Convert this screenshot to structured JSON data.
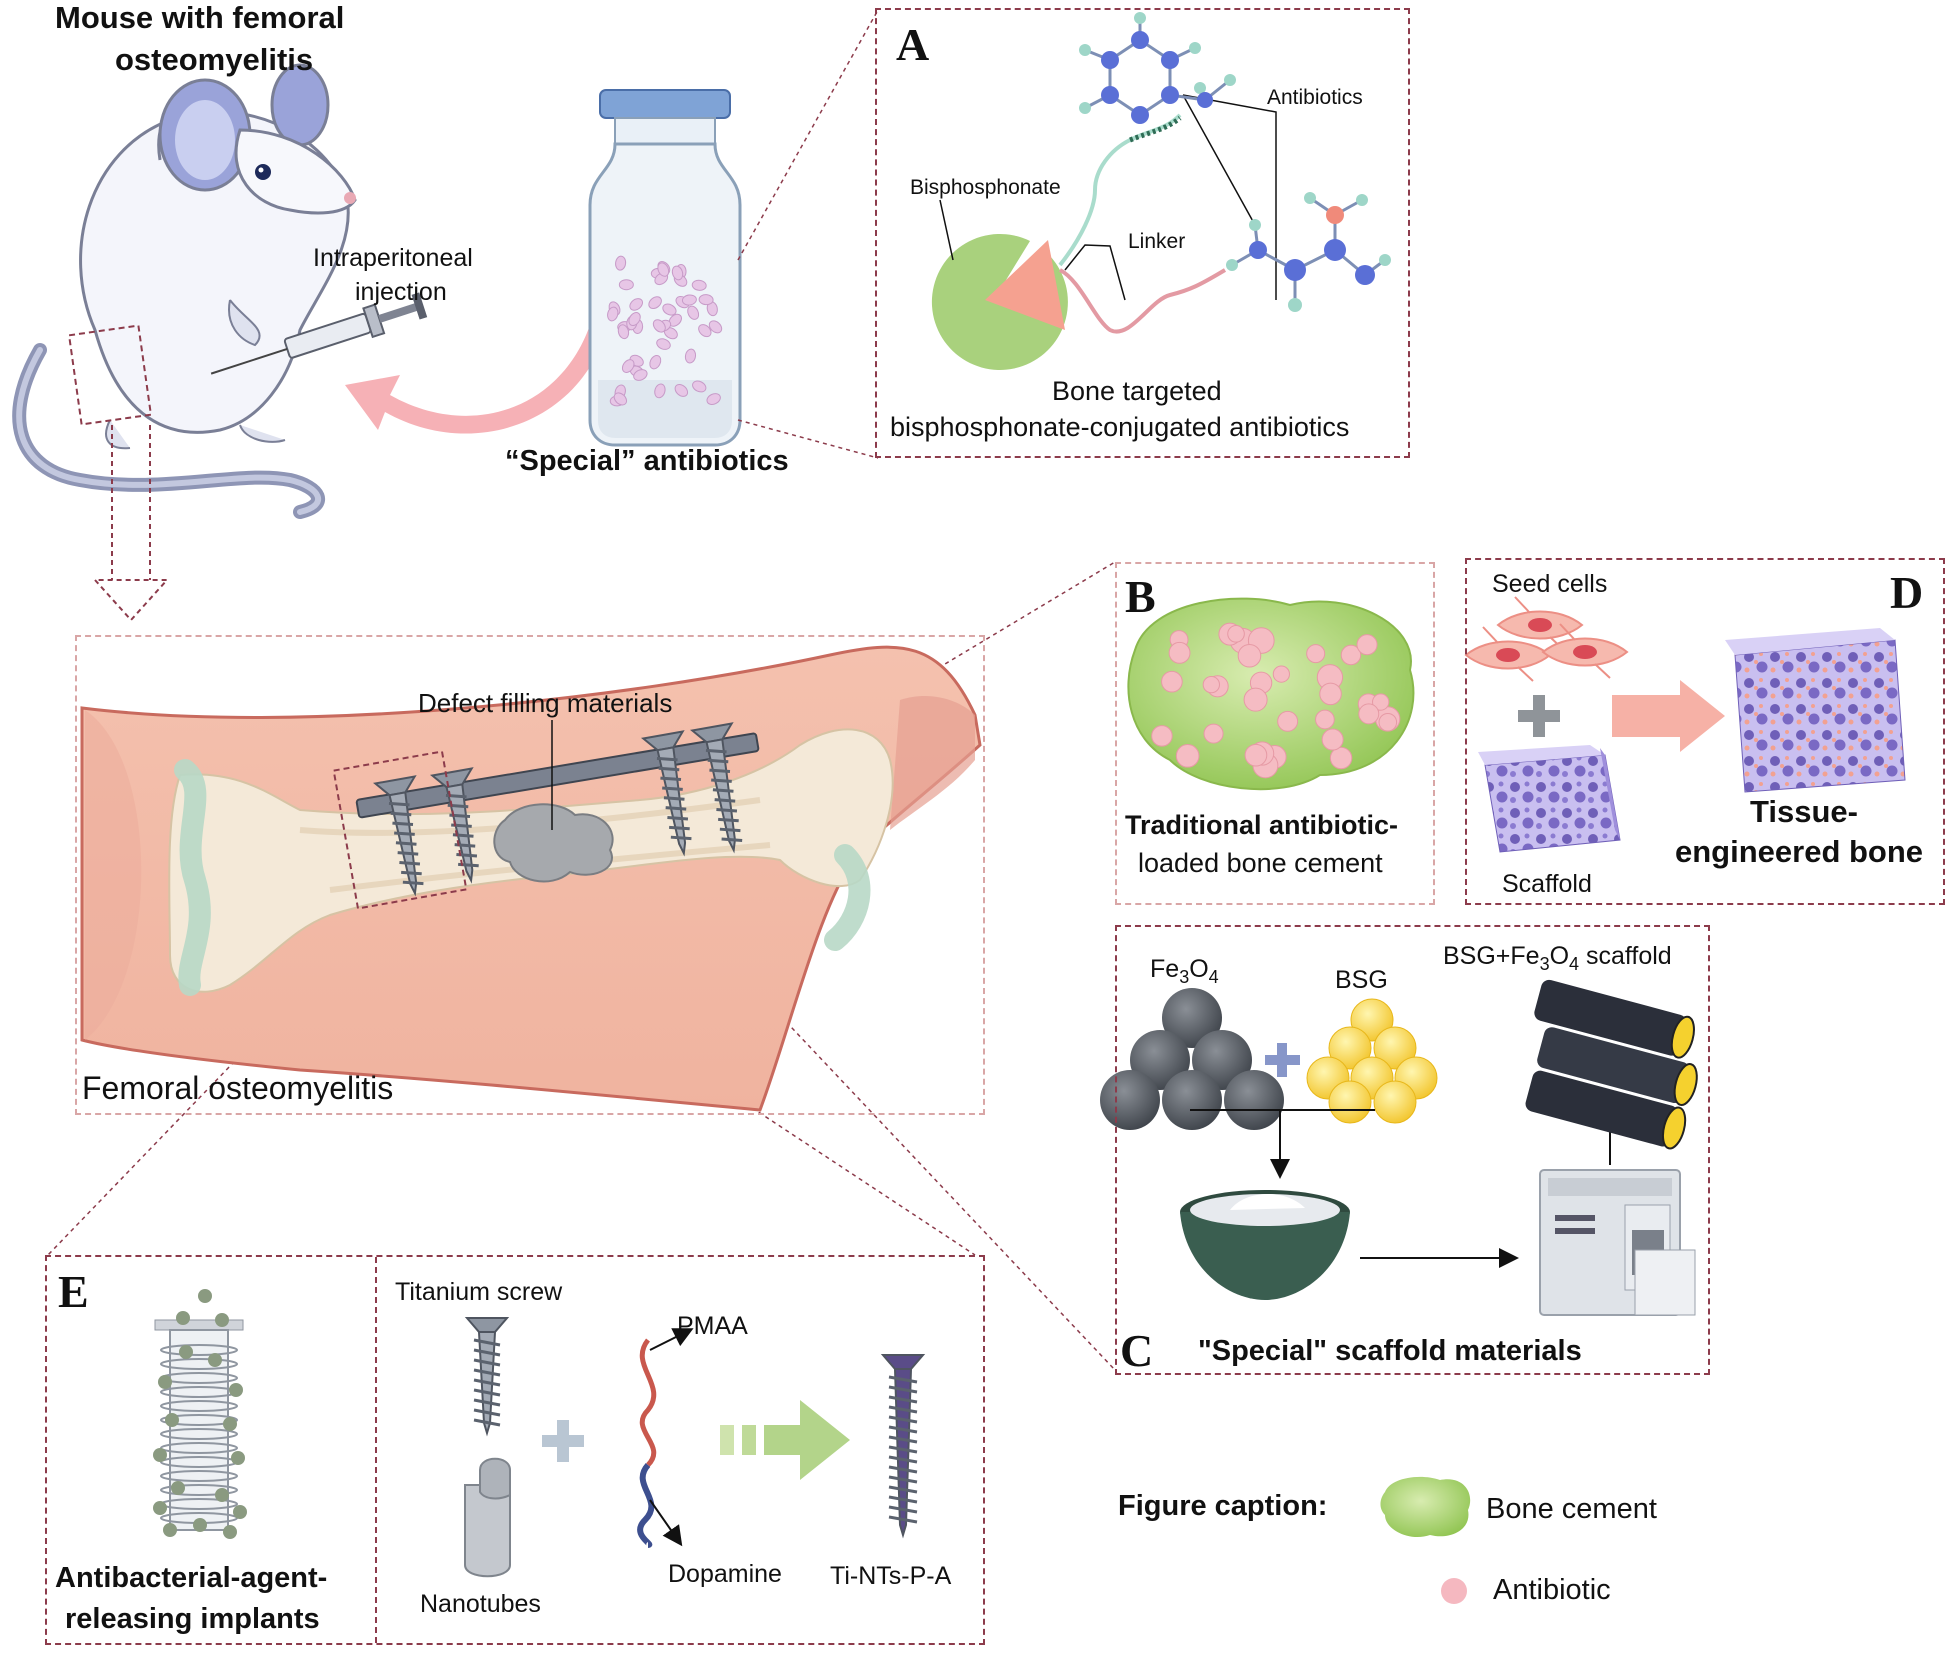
{
  "mouse": {
    "title_line1": "Mouse with femoral",
    "title_line2": "osteomyelitis",
    "injection_line1": "Intraperitoneal",
    "injection_line2": "injection"
  },
  "vial": {
    "label": "“Special” antibiotics"
  },
  "panel_a": {
    "letter": "A",
    "antibiotics_label": "Antibiotics",
    "bisphosphonate_label": "Bisphosphonate",
    "linker_label": "Linker",
    "caption_line1": "Bone targeted",
    "caption_line2": "bisphosphonate-conjugated antibiotics"
  },
  "femur": {
    "defect_label": "Defect filling materials",
    "osteomyelitis_label": "Femoral osteomyelitis"
  },
  "panel_b": {
    "letter": "B",
    "caption_line1": "Traditional antibiotic-",
    "caption_line2": "loaded bone cement"
  },
  "panel_d": {
    "letter": "D",
    "seed_cells_label": "Seed cells",
    "scaffold_label": "Scaffold",
    "result_line1": "Tissue-",
    "result_line2": "engineered bone"
  },
  "panel_c": {
    "letter": "C",
    "fe3o4_label": "Fe3O4",
    "bsg_label": "BSG",
    "product_label": "BSG+Fe3O4 scaffold",
    "caption": "\"Special\" scaffold materials"
  },
  "panel_e": {
    "letter": "E",
    "implant_line1": "Antibacterial-agent-",
    "implant_line2": "releasing implants",
    "titanium_screw_label": "Titanium screw",
    "nanotubes_label": "Nanotubes",
    "pmaa_label": "PMAA",
    "dopamine_label": "Dopamine",
    "product_label": "Ti-NTs-P-A"
  },
  "legend": {
    "title": "Figure caption:",
    "items": [
      {
        "label": "Bone cement",
        "color": "#9ccb5c"
      },
      {
        "label": "Antibiotic",
        "color": "#f5b8c0"
      }
    ]
  },
  "colors": {
    "panel_border": "#8c3b4b",
    "pink_arrow": "#f6b1b6",
    "bone": "#f3e8d6",
    "flesh": "#f6c7b6",
    "scaffold": "#b7a7e6"
  }
}
